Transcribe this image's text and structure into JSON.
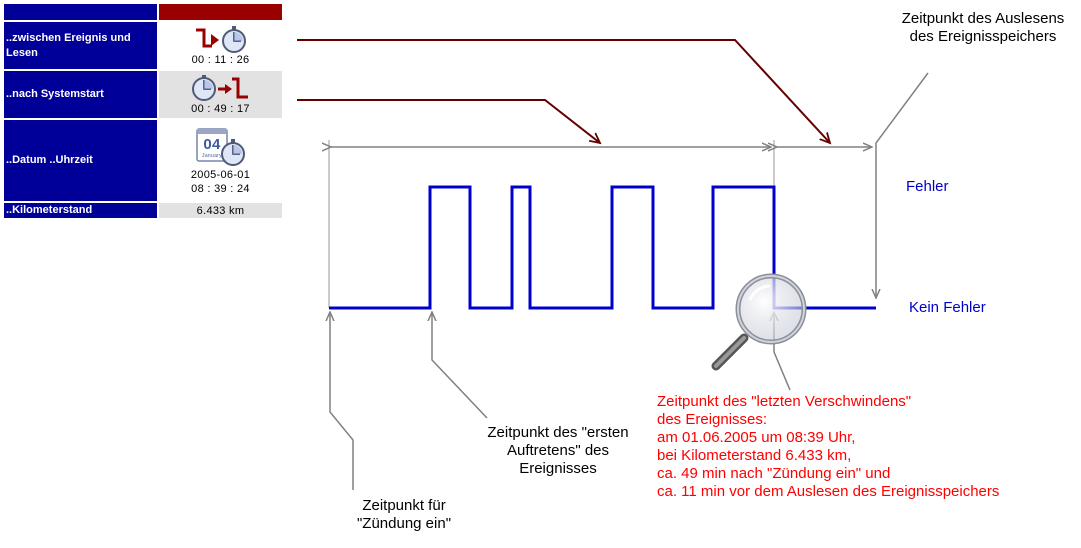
{
  "table": {
    "rows": [
      {
        "label": "..zwischen Ereignis und Lesen",
        "value": "00 : 11 : 26",
        "icon": "event-to-clock-icon"
      },
      {
        "label": "..nach Systemstart",
        "value": "00 : 49 : 17",
        "icon": "clock-to-event-icon"
      },
      {
        "label": "..Datum ..Uhrzeit",
        "value": "2005-06-01",
        "value2": "08 : 39 : 24",
        "icon": "calendar-clock-icon",
        "calendar_day": "04",
        "calendar_month": "January"
      },
      {
        "label": "..Kilometerstand",
        "value": "6.433 km"
      }
    ]
  },
  "diagram": {
    "label_readout_time": "Zeitpunkt des Auslesens des Ereignisspeichers",
    "state_error": "Fehler",
    "state_no_error": "Kein Fehler",
    "label_ignition": "Zeitpunkt für \"Zündung ein\"",
    "label_first_occurrence": "Zeitpunkt des \"ersten Auftretens\" des Ereignisses",
    "label_last_disappearance_lines": [
      "Zeitpunkt des \"letzten Verschwindens\"",
      "des Ereignisses:",
      "am 01.06.2005 um 08:39 Uhr,",
      "bei Kilometerstand 6.433 km,",
      "ca. 49 min nach \"Zündung ein\" und",
      "ca. 11 min vor dem Auslesen des Ereignisspeichers"
    ],
    "colors": {
      "signal": "#0000cc",
      "connector": "#660000",
      "arrow": "#808080",
      "highlight": "#ff0000",
      "table_label_bg": "#000099",
      "table_header_bg": "#990000"
    }
  }
}
